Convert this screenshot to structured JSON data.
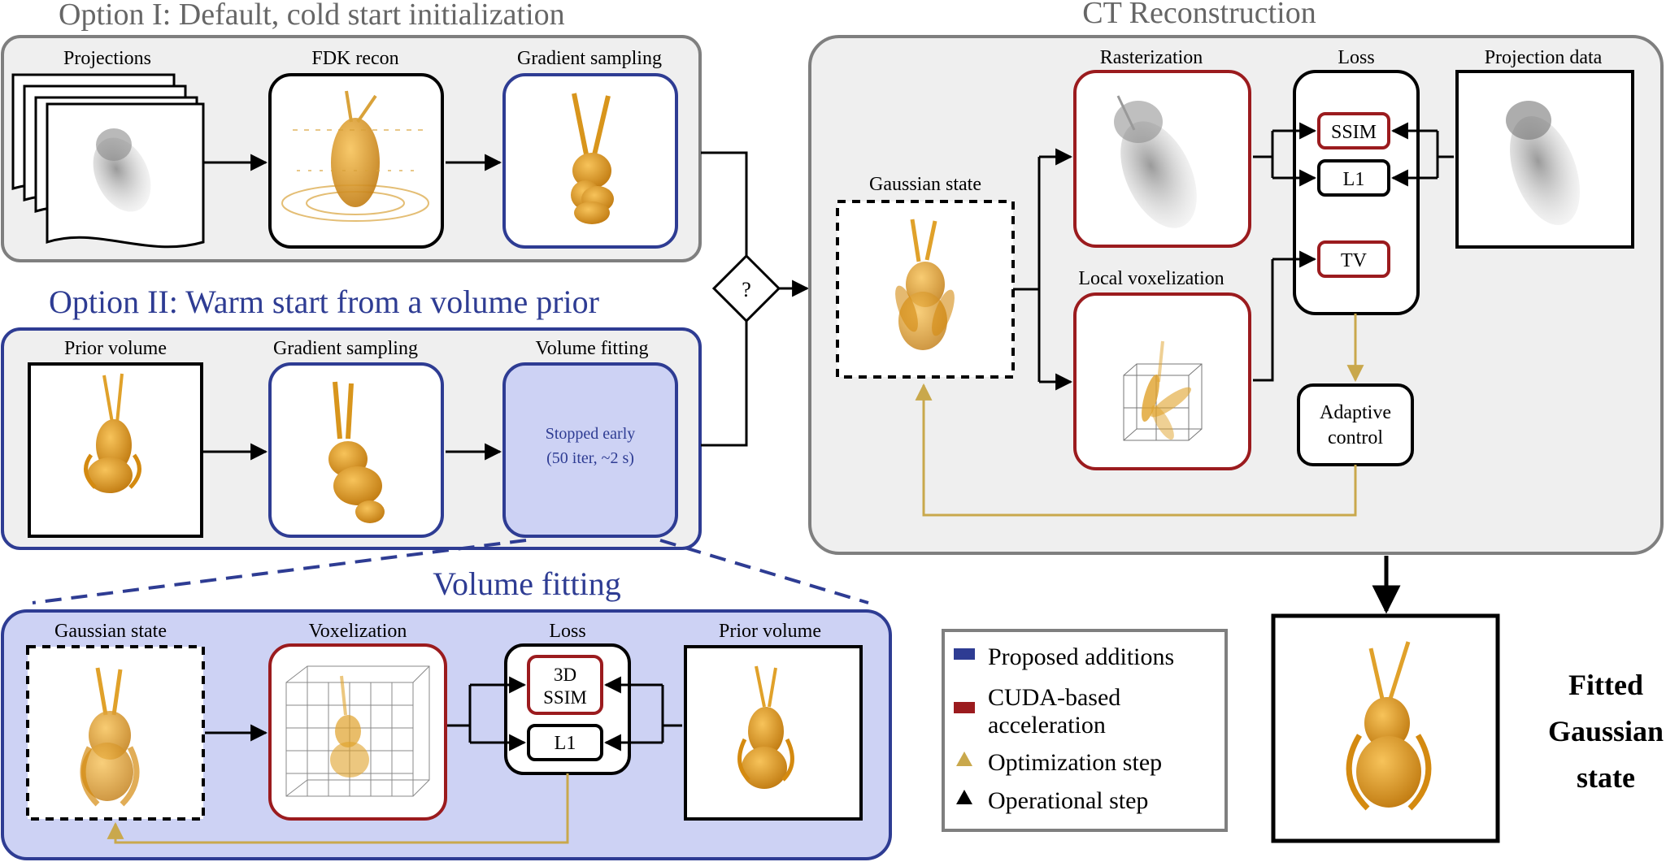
{
  "option1": {
    "title": "Option I: Default, cold start initialization",
    "projections_label": "Projections",
    "fdk_label": "FDK recon",
    "gradient_label": "Gradient sampling"
  },
  "option2": {
    "title": "Option II: Warm start from a volume prior",
    "prior_label": "Prior volume",
    "gradient_label": "Gradient sampling",
    "fitting_label": "Volume fitting",
    "fitting_note_1": "Stopped early",
    "fitting_note_2": "(50 iter, ~2 s)"
  },
  "decision": {
    "symbol": "?"
  },
  "ct": {
    "title": "CT Reconstruction",
    "rasterization_label": "Rasterization",
    "gaussian_state_label": "Gaussian state",
    "local_vox_label": "Local voxelization",
    "loss_label": "Loss",
    "ssim": "SSIM",
    "l1": "L1",
    "tv": "TV",
    "projection_data_label": "Projection data",
    "adaptive_1": "Adaptive",
    "adaptive_2": "control"
  },
  "volfit": {
    "title": "Volume fitting",
    "gaussian_state_label": "Gaussian state",
    "voxelization_label": "Voxelization",
    "loss_label": "Loss",
    "ssim_1": "3D",
    "ssim_2": "SSIM",
    "l1": "L1",
    "prior_label": "Prior volume"
  },
  "legend": {
    "items": [
      {
        "label": "Proposed additions",
        "color": "#2e3c93",
        "marker": "rect"
      },
      {
        "label": "CUDA-based",
        "label2": "acceleration",
        "color": "#9b1b1e",
        "marker": "rect"
      },
      {
        "label": "Optimization step",
        "color": "#c9a84c",
        "marker": "triangle"
      },
      {
        "label": "Operational step",
        "color": "#000000",
        "marker": "triangle"
      }
    ]
  },
  "output": {
    "line1": "Fitted",
    "line2": "Gaussian",
    "line3": "state"
  },
  "colors": {
    "blue": "#2e3c93",
    "blue_fill": "#cdd2f4",
    "red": "#9b1b1e",
    "gold": "#c9a84c",
    "panel_gray": "#efefef",
    "panel_border": "#7f7f7f",
    "insect": "#e0a12a"
  }
}
